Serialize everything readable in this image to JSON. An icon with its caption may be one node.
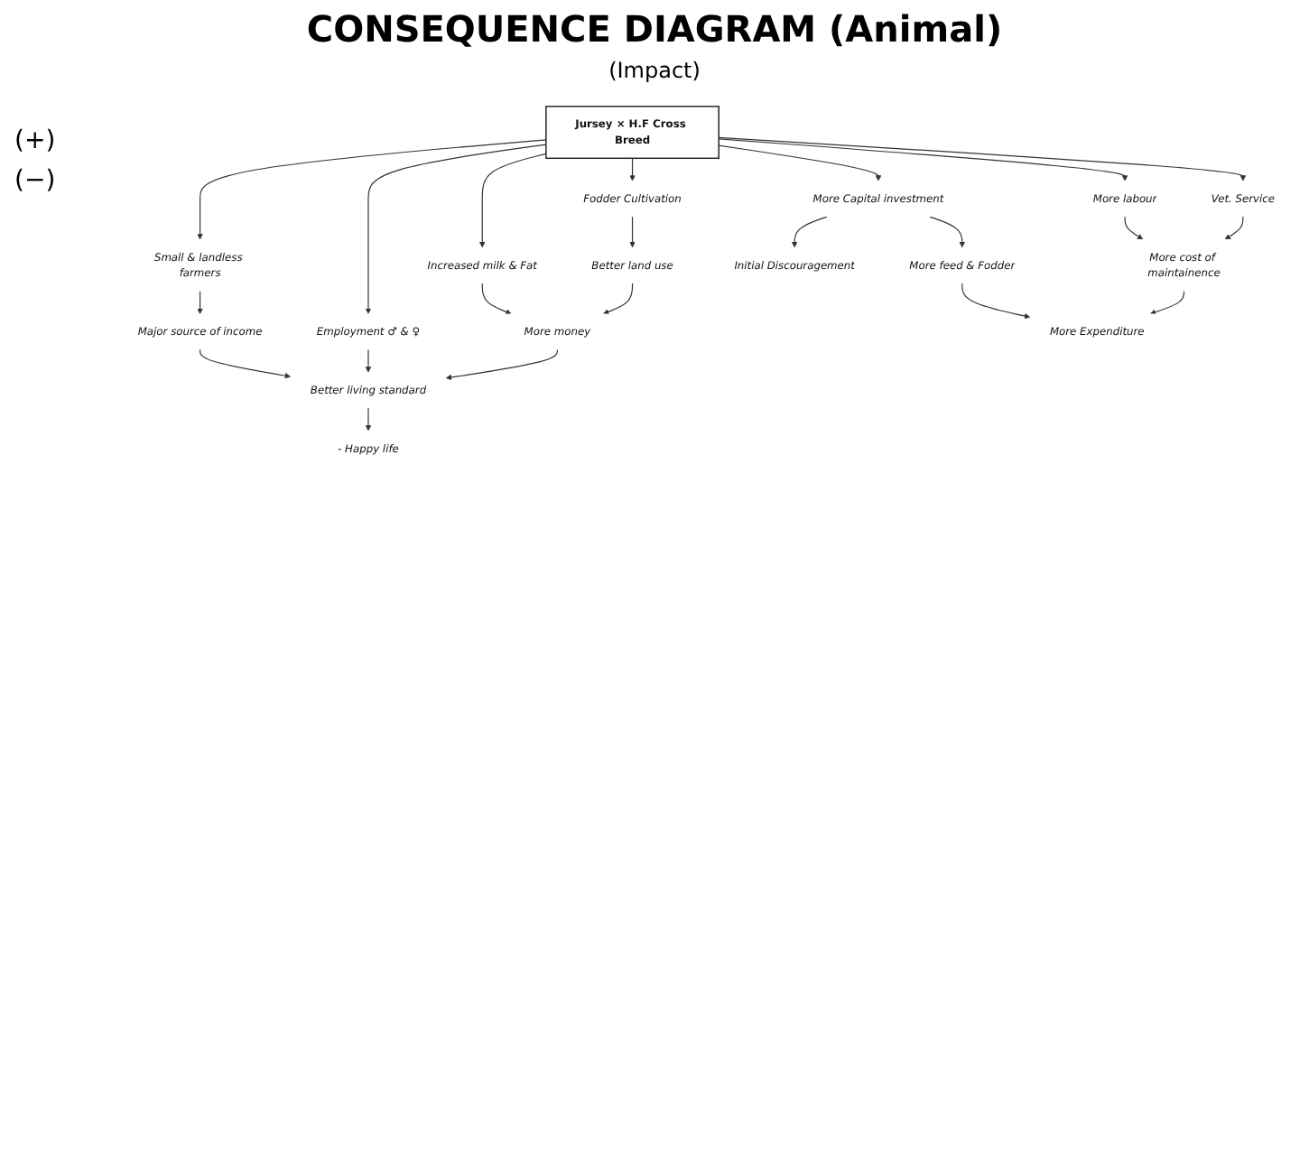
{
  "diagram": {
    "title": "CONSEQUENCE DIAGRAM (Animal)",
    "nodes": [
      {
        "text": [
          "- Happy life"
        ]
      },
      {
        "text": [
          "Better living standard"
        ]
      },
      {
        "text": [
          "More money"
        ]
      },
      {
        "text": [
          "Major source of income"
        ]
      },
      {
        "text": [
          "Employment ♂ & ♀"
        ]
      },
      {
        "text": [
          "Better land use"
        ]
      },
      {
        "text": [
          "Small & landless farmers"
        ]
      },
      {
        "text": [
          "Increased milk & Fat"
        ]
      },
      {
        "text": [
          "Fodder Cultivation"
        ]
      },
      {
        "text": [
          "Jursey × H.F Cross Breed"
        ]
      },
      {
        "text": [
          "More Capital investment"
        ]
      },
      {
        "text": [
          "More labour"
        ]
      },
      {
        "text": [
          "Vet. Service"
        ]
      },
      {
        "text": [
          "Initial Discouragement"
        ]
      },
      {
        "text": [
          "More cost of maintainence"
        ]
      },
      {
        "text": [
          "More feed & Fodder"
        ]
      },
      {
        "text": [
          "More Expenditure"
        ]
      }
    ],
    "edges": [
      {
        "from": 1,
        "to": 0,
        "arrow": "to"
      },
      {
        "from": 3,
        "to": 1,
        "arrow": "to"
      },
      {
        "from": 4,
        "to": 1,
        "arrow": "to"
      },
      {
        "from": 2,
        "to": 1,
        "arrow": "to"
      },
      {
        "from": 5,
        "to": 2,
        "arrow": "to"
      },
      {
        "from": 6,
        "to": 3,
        "arrow": "to"
      },
      {
        "from": 7,
        "to": 2,
        "arrow": "to"
      },
      {
        "from": 9,
        "to": 6,
        "arrow": "to"
      },
      {
        "from": 9,
        "to": 4,
        "arrow": "to"
      },
      {
        "from": 9,
        "to": 7,
        "arrow": "to"
      },
      {
        "from": 9,
        "to": 8,
        "arrow": "to"
      },
      {
        "from": 8,
        "to": 5,
        "arrow": "to"
      },
      {
        "from": 9,
        "to": 10,
        "arrow": "to"
      },
      {
        "from": 9,
        "to": 11,
        "arrow": "to"
      },
      {
        "from": 9,
        "to": 12,
        "arrow": "to"
      },
      {
        "from": 10,
        "to": 13,
        "arrow": "to"
      },
      {
        "from": 10,
        "to": 15,
        "arrow": "to"
      },
      {
        "from": 11,
        "to": 14,
        "arrow": "to"
      },
      {
        "from": 12,
        "to": 14,
        "arrow": "to"
      },
      {
        "from": 15,
        "to": 16,
        "arrow": "to"
      },
      {
        "from": 14,
        "to": 16,
        "arrow": "to"
      }
    ],
    "labels": [
      "(Impact)",
      "(+)",
      "(−)"
    ]
  }
}
